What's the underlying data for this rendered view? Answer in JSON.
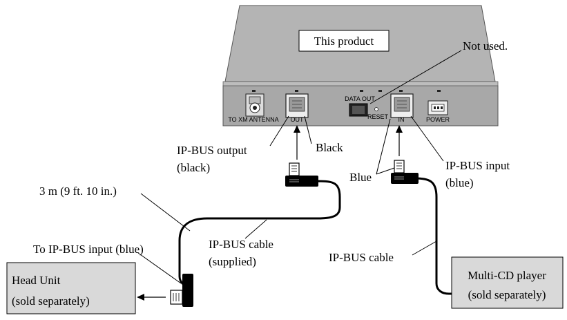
{
  "product": {
    "name": "This product",
    "not_used": "Not used.",
    "ports": {
      "antenna": "TO XM ANTENNA",
      "out": "OUT",
      "data_out": "DATA OUT",
      "reset": "RESET",
      "in": "IN",
      "power": "POWER"
    }
  },
  "labels": {
    "ipbus_output_1": "IP-BUS output",
    "ipbus_output_2": "(black)",
    "black": "Black",
    "blue": "Blue",
    "ipbus_input_1": "IP-BUS input",
    "ipbus_input_2": "(blue)",
    "length": "3 m (9 ft. 10 in.)",
    "to_ipbus_input": "To IP-BUS input (blue)",
    "cable_supplied_1": "IP-BUS cable",
    "cable_supplied_2": "(supplied)",
    "cable": "IP-BUS cable"
  },
  "head_unit": {
    "line1": "Head Unit",
    "line2": "(sold separately)"
  },
  "multi_cd": {
    "line1": "Multi-CD player",
    "line2": "(sold separately)"
  },
  "colors": {
    "panel": "#a6a6a6",
    "panel_top": "#b8b8b8",
    "box_fill": "#d9d9d9",
    "cable": "#000000"
  }
}
